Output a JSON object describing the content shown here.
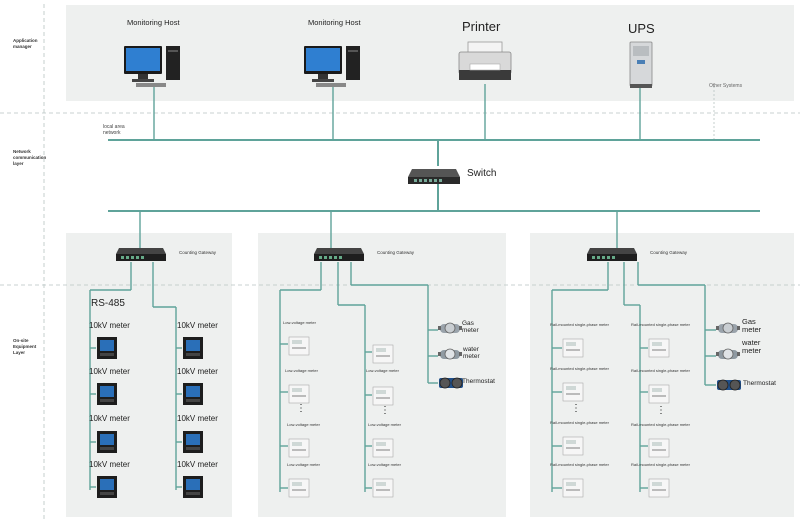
{
  "layers": {
    "application": "Application manager",
    "network": "Network communication layer",
    "field": "On-site Equipment Layer"
  },
  "top": {
    "host1": "Monitoring Host",
    "host2": "Monitoring Host",
    "printer": "Printer",
    "ups": "UPS",
    "other": "Other Systems",
    "lan": "local area network"
  },
  "switch_label": "Switch",
  "gateway_label": "Counting Gateway",
  "left_group": {
    "bus": "RS-485",
    "meter": "10kV meter"
  },
  "mid_group": {
    "meter": "Low-voltage meter",
    "gas": "Gas meter",
    "water": "water meter",
    "thermostat": "Thermostat"
  },
  "right_group": {
    "meter": "Rail-mounted single-phase meter",
    "gas": "Gas meter",
    "water": "water meter",
    "thermostat": "Thermostat"
  },
  "ellipsis": "⋮",
  "colors": {
    "wire": "#5fa39a",
    "panel": "#eef0ef",
    "dash": "#b8c4c2"
  }
}
